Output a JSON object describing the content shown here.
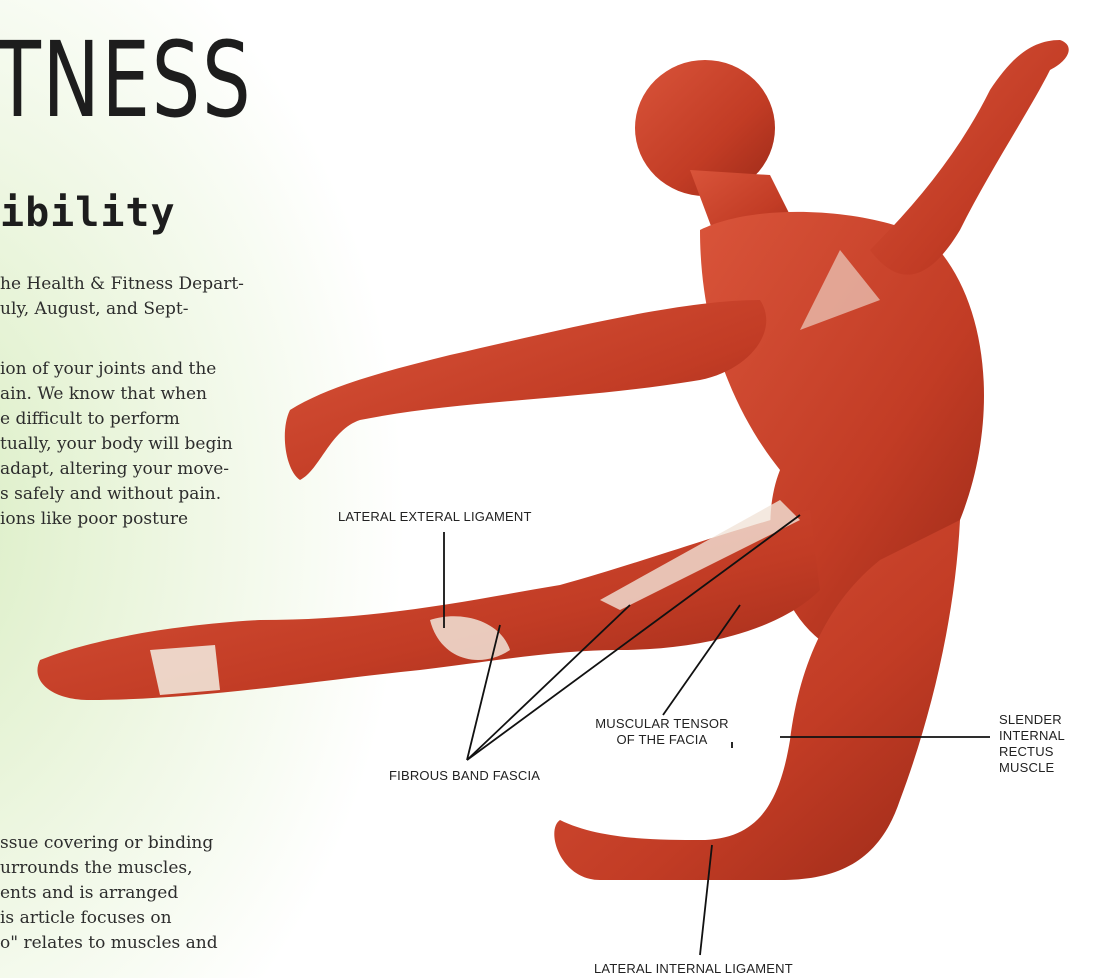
{
  "article": {
    "header_title": "TNESS",
    "sub_title": "ibility",
    "intro_lines": [
      "he Health & Fitness Depart-",
      "uly, August, and Sept-"
    ],
    "body_lines": [
      "ion of your joints and the",
      "ain. We know that when",
      "e difficult to perform",
      "tually, your body will begin",
      "adapt, altering your move-",
      "s safely and without pain.",
      "ions like poor posture"
    ],
    "fascia_lines": [
      "ssue covering or binding",
      "urrounds the muscles,",
      "ents and is arranged",
      "is article focuses on",
      "o\" relates to muscles and"
    ]
  },
  "figure": {
    "labels": {
      "lateral_exteral_ligament": "LATERAL EXTERAL LIGAMENT",
      "muscular_tensor": "MUSCULAR TENSOR\nOF THE FACIA",
      "fibrous_band_fascia": "FIBROUS BAND FASCIA",
      "slender_internal": "SLENDER\nINTERNAL\nRECTUS\nMUSCLE",
      "lateral_internal_ligament": "LATERAL INTERNAL LIGAMENT"
    },
    "colors": {
      "muscle": "#c8402a",
      "muscle_dark": "#9c2a18",
      "tendon": "#f1e4d8",
      "leader_line": "#111111"
    }
  }
}
